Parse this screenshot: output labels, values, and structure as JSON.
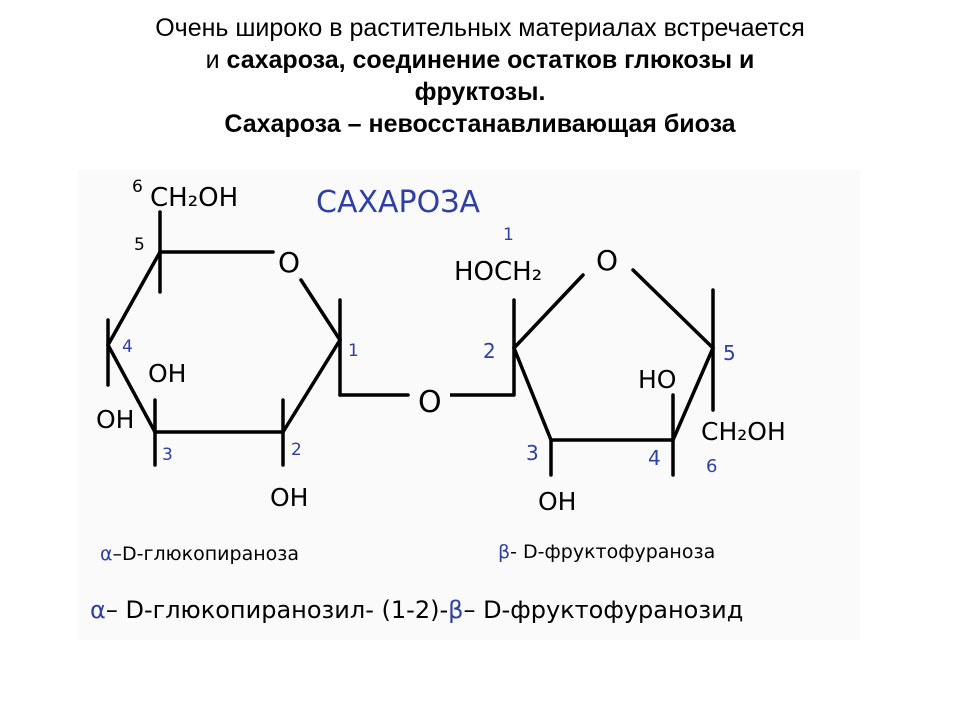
{
  "heading": {
    "line1": "Очень широко в растительных материалах встречается",
    "line2_prefix": "и ",
    "line2_bold": "сахароза, соединение остатков глюкозы и",
    "line3_bold": "фруктозы.",
    "line4_bold": "Сахароза – невосстанавливающая биоза"
  },
  "diagram": {
    "title": "САХАРОЗА",
    "colors": {
      "title": "#2e3fa6",
      "numbers": "#2e3fa6",
      "ink": "#000000",
      "greek": "#2e3fa6"
    },
    "glucose": {
      "ch2oh": "CH₂OH",
      "ring_o": "O",
      "oh_c4": "OH",
      "oh_c3": "OH",
      "oh_c2": "OH",
      "nums": {
        "c1": "1",
        "c2": "2",
        "c3": "3",
        "c4": "4",
        "c5": "5",
        "c6": "6"
      },
      "name_alpha": "α",
      "name_rest": "–D-глюкопираноза"
    },
    "bridge_o": "O",
    "fructose": {
      "hoch2": "HOCH₂",
      "ring_o": "O",
      "ho_c4": "HO",
      "oh_c3": "OH",
      "ch2oh": "CH₂OH",
      "nums": {
        "c1": "1",
        "c2": "2",
        "c3": "3",
        "c4": "4",
        "c5": "5",
        "c6": "6"
      },
      "name_beta": "β",
      "name_rest": "- D-фруктофураноза"
    },
    "full_name": {
      "alpha": "α",
      "mid": "– D-глюкопиранозил- (1-2)-",
      "beta": "β",
      "end": "– D-фруктофуранозид"
    }
  }
}
